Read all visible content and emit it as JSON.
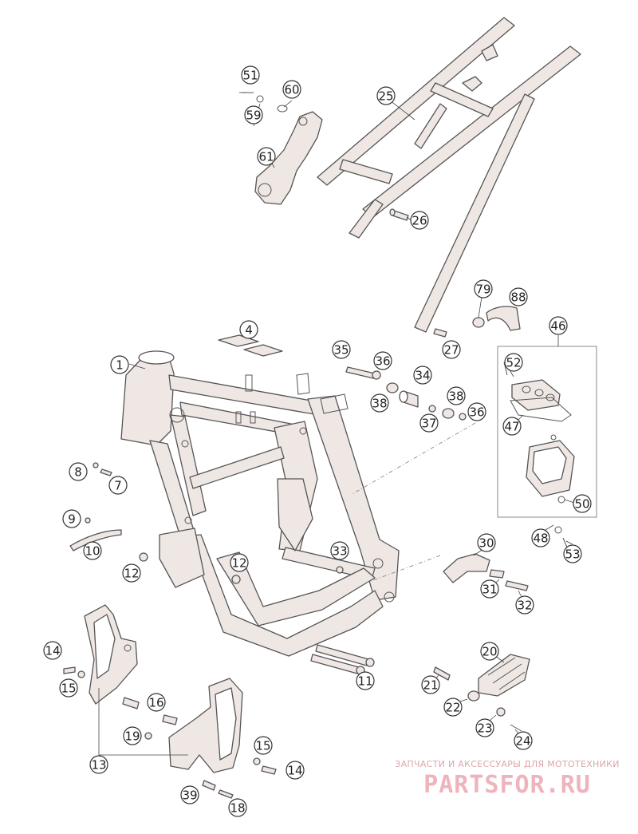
{
  "diagram": {
    "callouts": [
      {
        "id": "1"
      },
      {
        "id": "4"
      },
      {
        "id": "7"
      },
      {
        "id": "8"
      },
      {
        "id": "9"
      },
      {
        "id": "10"
      },
      {
        "id": "11"
      },
      {
        "id": "12a",
        "label": "12"
      },
      {
        "id": "12b",
        "label": "12"
      },
      {
        "id": "13"
      },
      {
        "id": "14a",
        "label": "14"
      },
      {
        "id": "14b",
        "label": "14"
      },
      {
        "id": "15a",
        "label": "15"
      },
      {
        "id": "15b",
        "label": "15"
      },
      {
        "id": "16"
      },
      {
        "id": "18"
      },
      {
        "id": "19"
      },
      {
        "id": "20"
      },
      {
        "id": "21"
      },
      {
        "id": "22"
      },
      {
        "id": "23"
      },
      {
        "id": "24"
      },
      {
        "id": "25"
      },
      {
        "id": "26"
      },
      {
        "id": "27"
      },
      {
        "id": "30"
      },
      {
        "id": "31"
      },
      {
        "id": "32"
      },
      {
        "id": "33"
      },
      {
        "id": "34"
      },
      {
        "id": "35"
      },
      {
        "id": "36a",
        "label": "36"
      },
      {
        "id": "36b",
        "label": "36"
      },
      {
        "id": "37"
      },
      {
        "id": "38a",
        "label": "38"
      },
      {
        "id": "38b",
        "label": "38"
      },
      {
        "id": "39"
      },
      {
        "id": "46"
      },
      {
        "id": "47"
      },
      {
        "id": "48"
      },
      {
        "id": "50"
      },
      {
        "id": "51"
      },
      {
        "id": "52"
      },
      {
        "id": "53"
      },
      {
        "id": "59"
      },
      {
        "id": "60"
      },
      {
        "id": "61"
      },
      {
        "id": "79"
      },
      {
        "id": "88"
      }
    ]
  },
  "watermark": {
    "subtitle": "ЗАПЧАСТИ И АКСЕССУАРЫ ДЛЯ МОТОТЕХНИКИ",
    "brand": "PARTSFOR.RU"
  }
}
